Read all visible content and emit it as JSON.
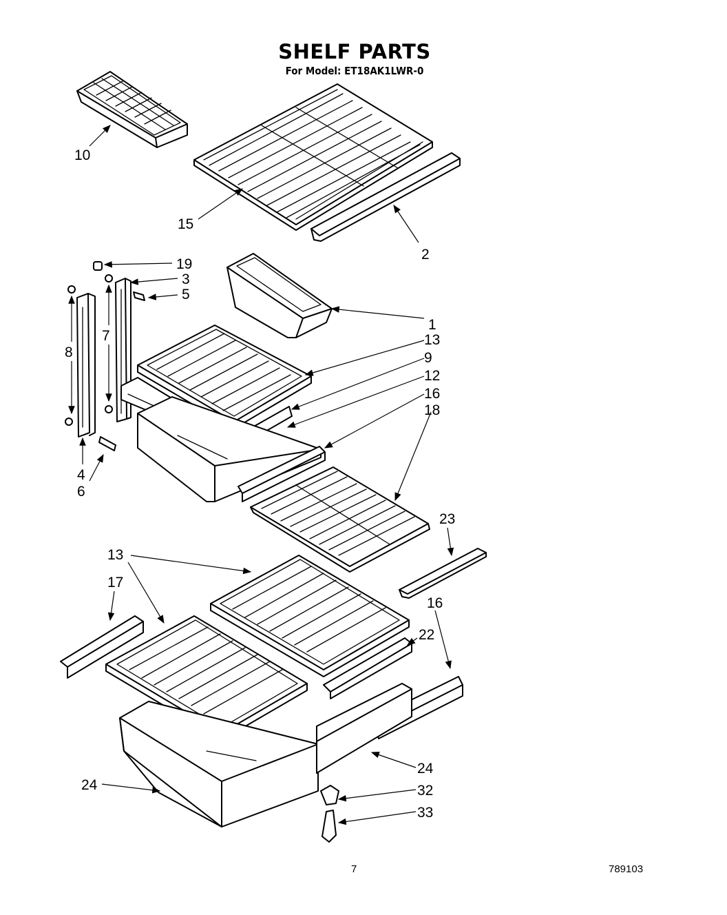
{
  "header": {
    "title": "SHELF PARTS",
    "subtitle": "For Model: ET18AK1LWR-0"
  },
  "footer": {
    "page_number": "7",
    "document_number": "789103"
  },
  "callouts": [
    "10",
    "15",
    "2",
    "19",
    "3",
    "5",
    "8",
    "7",
    "1",
    "13",
    "9",
    "12",
    "16",
    "18",
    "4",
    "6",
    "23",
    "13",
    "17",
    "16",
    "22",
    "24",
    "24",
    "32",
    "33"
  ]
}
